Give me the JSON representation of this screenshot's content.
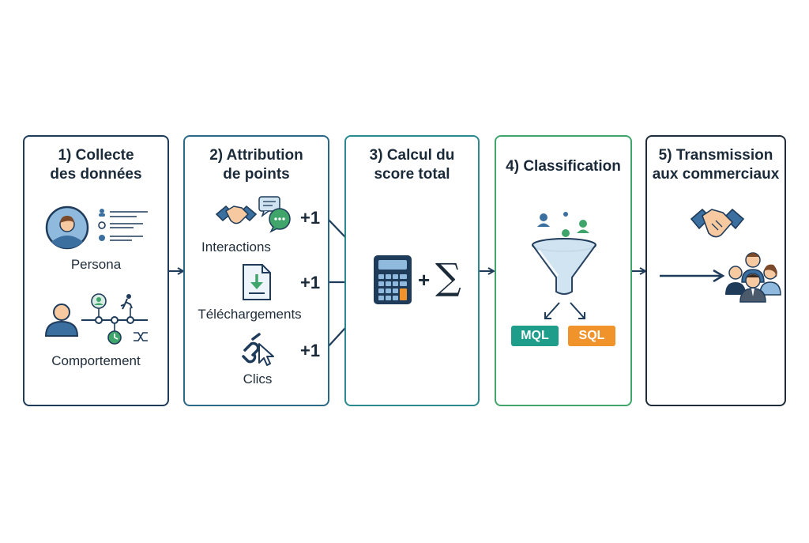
{
  "steps": [
    {
      "title_line1": "1) Collecte",
      "title_line2": "des données"
    },
    {
      "title_line1": "2) Attribution",
      "title_line2": "de points"
    },
    {
      "title_line1": "3) Calcul du",
      "title_line2": "score total"
    },
    {
      "title_line1": "4) Classification",
      "title_line2": ""
    },
    {
      "title_line1": "5) Transmission",
      "title_line2": "aux commerciaux"
    }
  ],
  "collect": {
    "persona_label": "Persona",
    "behaviour_label": "Comportement"
  },
  "points": {
    "items": [
      {
        "label": "Interactions",
        "score": "+1",
        "icon": "handshake-chat-icon"
      },
      {
        "label": "Téléchargements",
        "score": "+1",
        "icon": "download-file-icon"
      },
      {
        "label": "Clics",
        "score": "+1",
        "icon": "link-cursor-icon"
      }
    ]
  },
  "calc": {
    "plus": "+",
    "sum_symbol": "∑",
    "icon": "calculator-icon"
  },
  "classify": {
    "mql": "MQL",
    "sql": "SQL",
    "icon": "funnel-icon"
  },
  "transmit": {
    "icons": [
      "handshake-icon",
      "sales-team-icon"
    ]
  },
  "colors": {
    "navy": "#1f3b5a",
    "teal": "#2a8a8f",
    "green": "#3fa56b",
    "mql": "#1f9d8b",
    "sql": "#f0932b",
    "skin": "#f6c9a0",
    "blue_light": "#8fb9dd"
  }
}
